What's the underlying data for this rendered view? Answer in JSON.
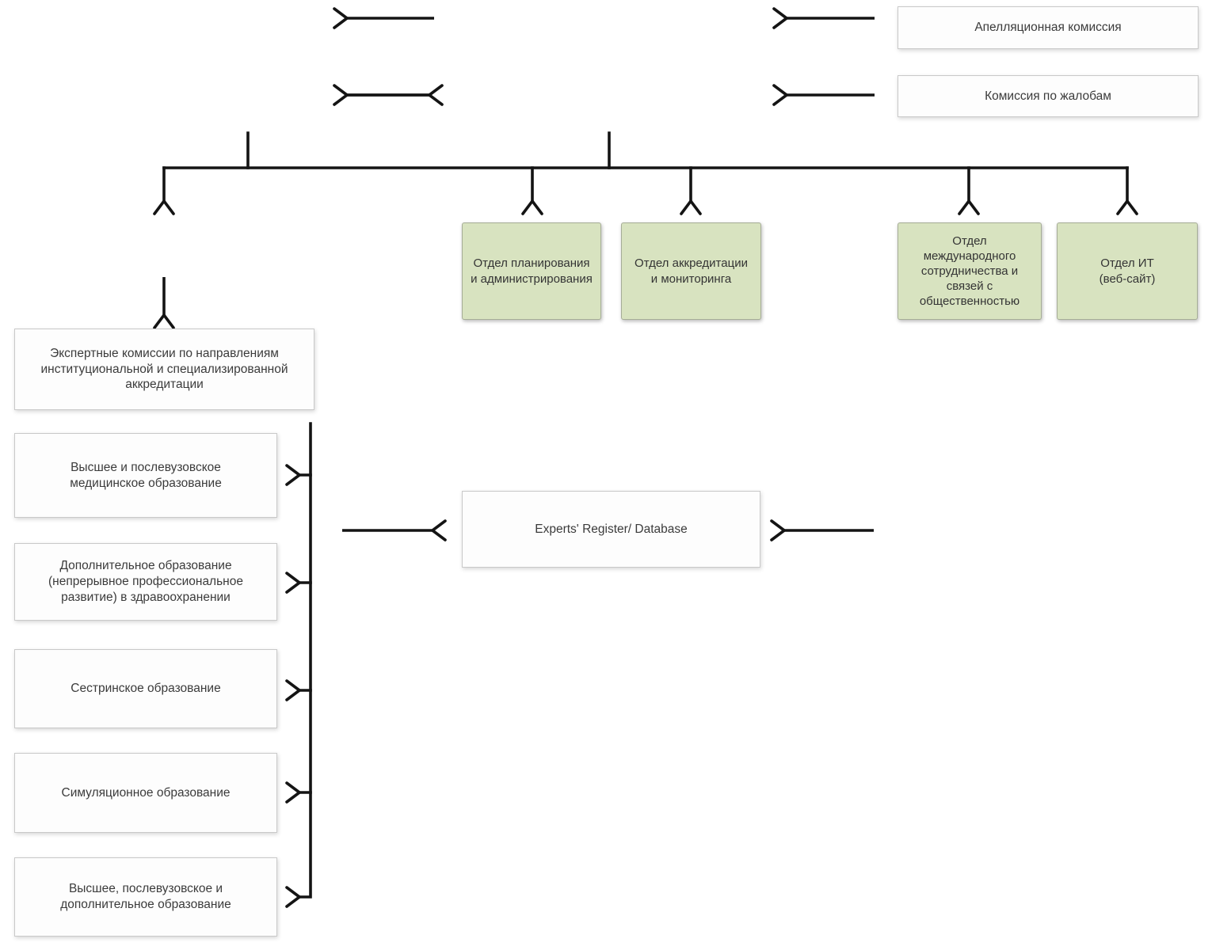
{
  "commissions": {
    "appellate_label": "Апелляционная комиссия",
    "complaints_label": "Комиссия по жалобам"
  },
  "departments": [
    {
      "label": "Отдел планирования и администрирования"
    },
    {
      "label": "Отдел аккредитации и мониторинга"
    },
    {
      "label": "Отдел международного сотрудничества и связей с общественностью"
    },
    {
      "label": "Отдел ИТ (веб-сайт)"
    }
  ],
  "expert_commissions": {
    "label": "Экспертные комиссии по направлениям институциональной и специализированной аккредитации"
  },
  "accreditation_directions": [
    {
      "label": "Высшее и послевузовское медицинское образование"
    },
    {
      "label": "Дополнительное образование (непрерывное профессиональное развитие) в здравоохранении"
    },
    {
      "label": "Сестринское образование"
    },
    {
      "label": "Симуляционное образование"
    },
    {
      "label": "Высшее, послевузовское и дополнительное образование"
    }
  ],
  "register": {
    "label": "Experts' Register/ Database"
  },
  "colors": {
    "department_fill": "#d8e3c0",
    "department_border": "#a6ad97",
    "box_fill": "#fdfdfd",
    "box_border": "#c9c9c9",
    "arrow": "#141414"
  }
}
